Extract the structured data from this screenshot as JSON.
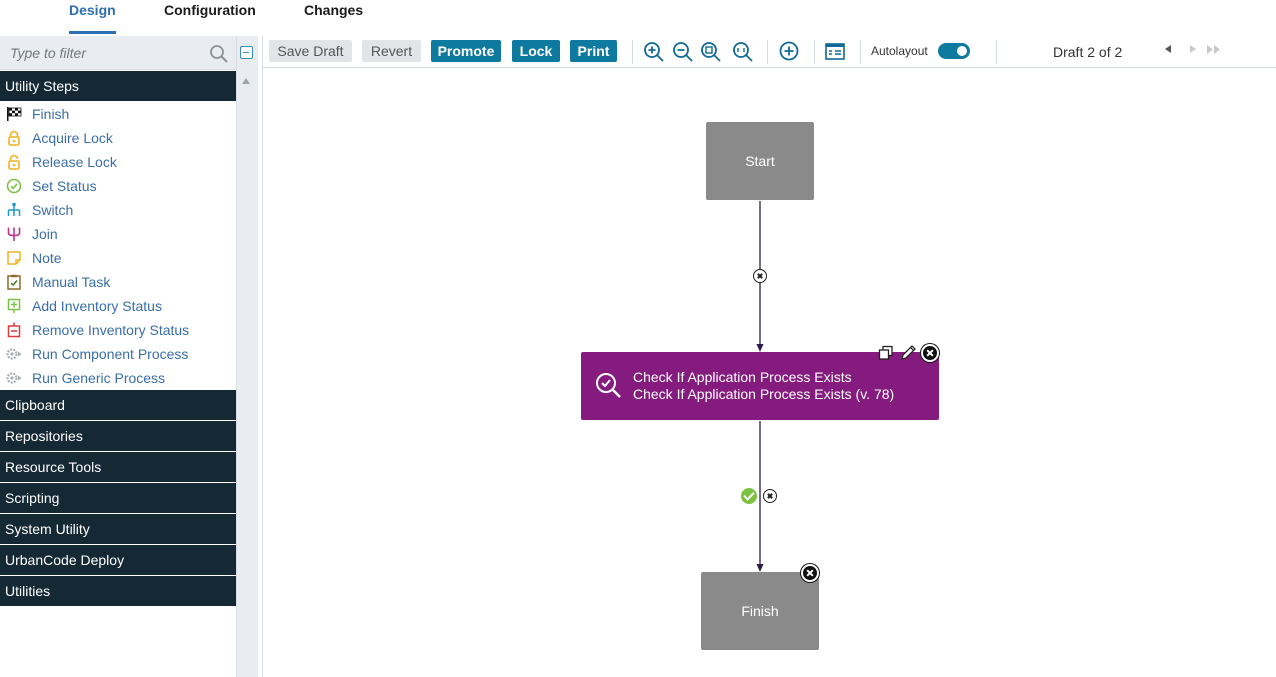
{
  "tabs": [
    {
      "label": "Design",
      "active": true
    },
    {
      "label": "Configuration",
      "active": false
    },
    {
      "label": "Changes",
      "active": false
    }
  ],
  "palette": {
    "filter_placeholder": "Type to filter",
    "open_group": {
      "label": "Utility Steps",
      "items": [
        {
          "label": "Finish",
          "icon": "flag-icon"
        },
        {
          "label": "Acquire Lock",
          "icon": "lock-icon"
        },
        {
          "label": "Release Lock",
          "icon": "unlock-icon"
        },
        {
          "label": "Set Status",
          "icon": "check-circle-icon"
        },
        {
          "label": "Switch",
          "icon": "switch-icon"
        },
        {
          "label": "Join",
          "icon": "join-icon"
        },
        {
          "label": "Note",
          "icon": "note-icon"
        },
        {
          "label": "Manual Task",
          "icon": "manual-task-icon"
        },
        {
          "label": "Add Inventory Status",
          "icon": "add-inventory-icon"
        },
        {
          "label": "Remove Inventory Status",
          "icon": "remove-inventory-icon"
        },
        {
          "label": "Run Component Process",
          "icon": "gear-play-icon"
        },
        {
          "label": "Run Generic Process",
          "icon": "gear-play-icon"
        }
      ]
    },
    "groups": [
      {
        "label": "Clipboard"
      },
      {
        "label": "Repositories"
      },
      {
        "label": "Resource Tools"
      },
      {
        "label": "Scripting"
      },
      {
        "label": "System Utility"
      },
      {
        "label": "UrbanCode Deploy"
      },
      {
        "label": "Utilities"
      }
    ]
  },
  "toolbar": {
    "save_draft": "Save Draft",
    "revert": "Revert",
    "promote": "Promote",
    "lock": "Lock",
    "print": "Print",
    "autolayout_label": "Autolayout",
    "autolayout_on": true,
    "draft_status": "Draft 2 of 2"
  },
  "canvas": {
    "start_label": "Start",
    "step_title": "Check If Application Process Exists",
    "step_subtitle": "Check If Application Process Exists (v. 78)",
    "finish_label": "Finish"
  },
  "colors": {
    "accent": "#0f7aa0",
    "group_header": "#152935",
    "step_fill": "#851b7e",
    "node_gray": "#8a8a8a",
    "link_text": "#3a6ea8"
  }
}
